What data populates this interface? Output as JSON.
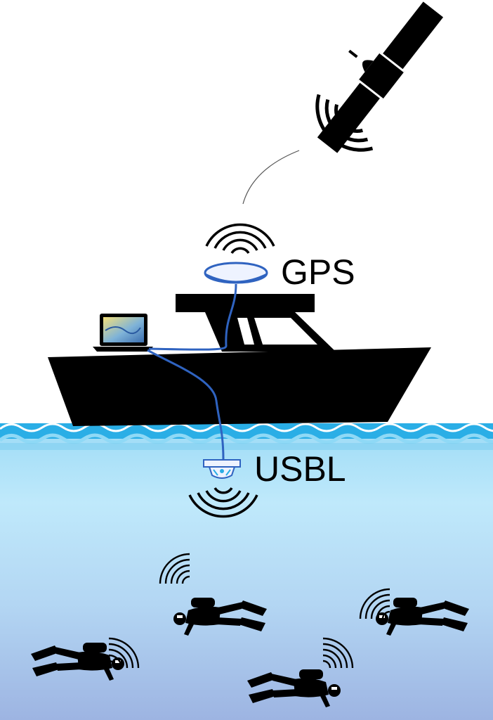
{
  "labels": {
    "gps": "GPS",
    "usbl": "USBL"
  },
  "colors": {
    "water_top": "#62c6ee",
    "water_mid": "#bfe9fb",
    "water_bottom": "#9db4e2",
    "wave_blue": "#1aa6e0",
    "cable": "#2f63c0",
    "silhouette": "#000000",
    "antenna_fill": "#eef3ff"
  },
  "icons": {
    "satellite": "satellite-icon",
    "gps_antenna": "gps-antenna-icon",
    "laptop": "laptop-icon",
    "boat": "boat-icon",
    "usbl_transceiver": "usbl-transceiver-icon",
    "diver": "scuba-diver-icon",
    "signal": "signal-waves-icon"
  },
  "diver_count": 4
}
